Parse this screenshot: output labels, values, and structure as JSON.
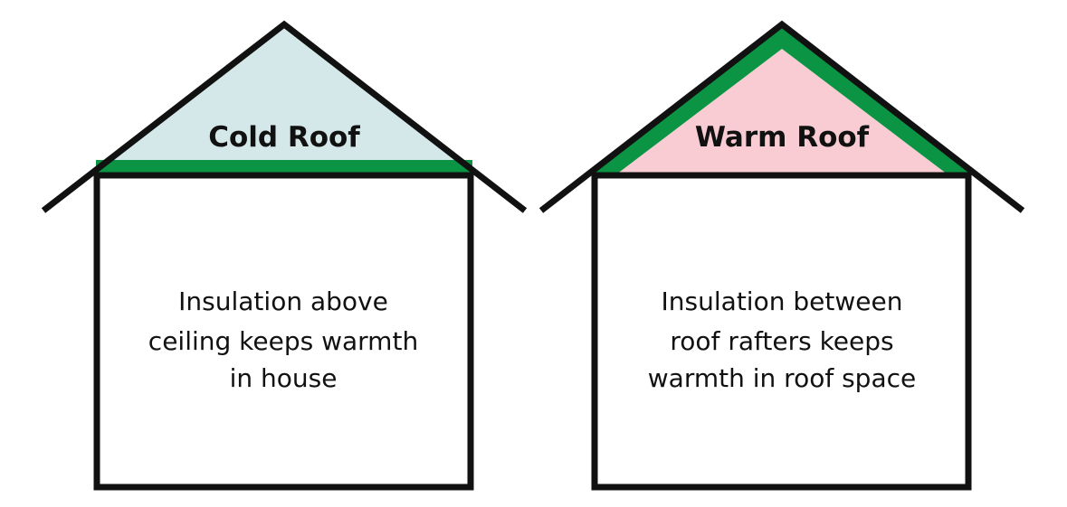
{
  "colors": {
    "outline": "#111111",
    "insulation": "#0b9444",
    "cold_fill": "#d4e8e9",
    "warm_fill": "#f9ccd3",
    "background": "#ffffff"
  },
  "houses": [
    {
      "title": "Cold Roof",
      "description_lines": [
        "Insulation above",
        "ceiling keeps warmth",
        "in house"
      ]
    },
    {
      "title": "Warm Roof",
      "description_lines": [
        "Insulation between",
        "roof rafters keeps",
        "warmth in roof space"
      ]
    }
  ]
}
